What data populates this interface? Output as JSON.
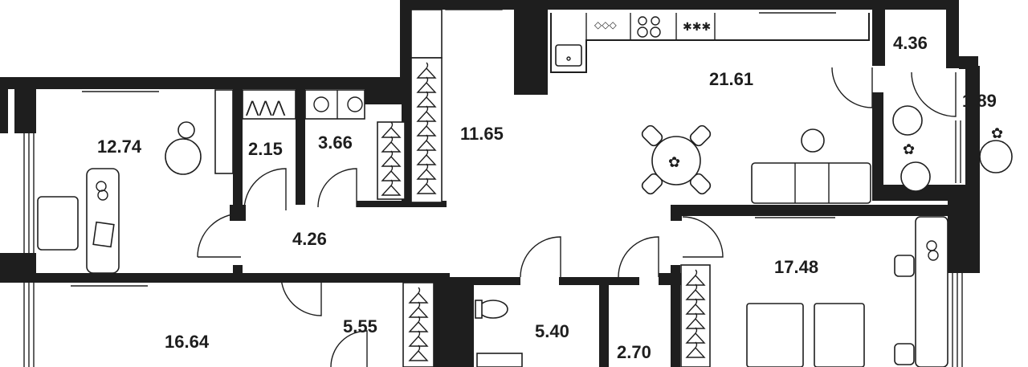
{
  "rooms": [
    {
      "id": "living-kitchen",
      "area": "21.61"
    },
    {
      "id": "vestibule",
      "area": "4.36"
    },
    {
      "id": "closet-small",
      "area": "1.89"
    },
    {
      "id": "bedroom-left",
      "area": "12.74"
    },
    {
      "id": "wardrobe-a",
      "area": "2.15"
    },
    {
      "id": "laundry",
      "area": "3.66"
    },
    {
      "id": "hall",
      "area": "11.65"
    },
    {
      "id": "corridor",
      "area": "4.26"
    },
    {
      "id": "bedroom-right",
      "area": "17.48"
    },
    {
      "id": "bedroom-bottom",
      "area": "16.64"
    },
    {
      "id": "wardrobe-b",
      "area": "5.55"
    },
    {
      "id": "bathroom",
      "area": "5.40"
    },
    {
      "id": "wardrobe-c",
      "area": "2.70"
    }
  ]
}
